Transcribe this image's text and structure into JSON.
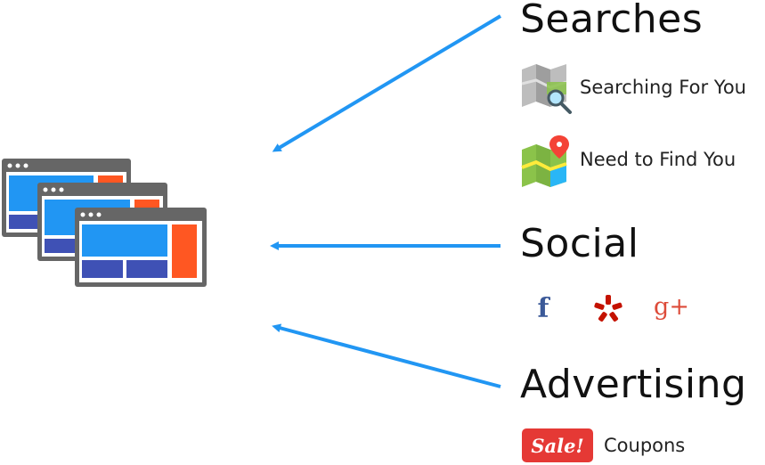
{
  "colors": {
    "arrow": "#2196f3",
    "window_frame": "#666666",
    "window_blue": "#2196f3",
    "window_indigo": "#3f51b5",
    "window_orange": "#ff5722",
    "facebook": "#3b5998",
    "yelp": "#c41200",
    "google_plus": "#dd4b39",
    "sale_badge": "#e53935"
  },
  "websites": {
    "icon": "browser-windows-icon"
  },
  "searches": {
    "heading": "Searches",
    "items": [
      {
        "icon": "map-search-icon",
        "label": "Searching For You"
      },
      {
        "icon": "map-pin-icon",
        "label": "Need to Find You"
      }
    ]
  },
  "social": {
    "heading": "Social",
    "icons": [
      {
        "icon": "facebook-icon",
        "glyph": "f"
      },
      {
        "icon": "yelp-icon"
      },
      {
        "icon": "google-plus-icon",
        "glyph": "g+"
      }
    ]
  },
  "advertising": {
    "heading": "Advertising",
    "badge": "Sale!",
    "label": "Coupons"
  }
}
